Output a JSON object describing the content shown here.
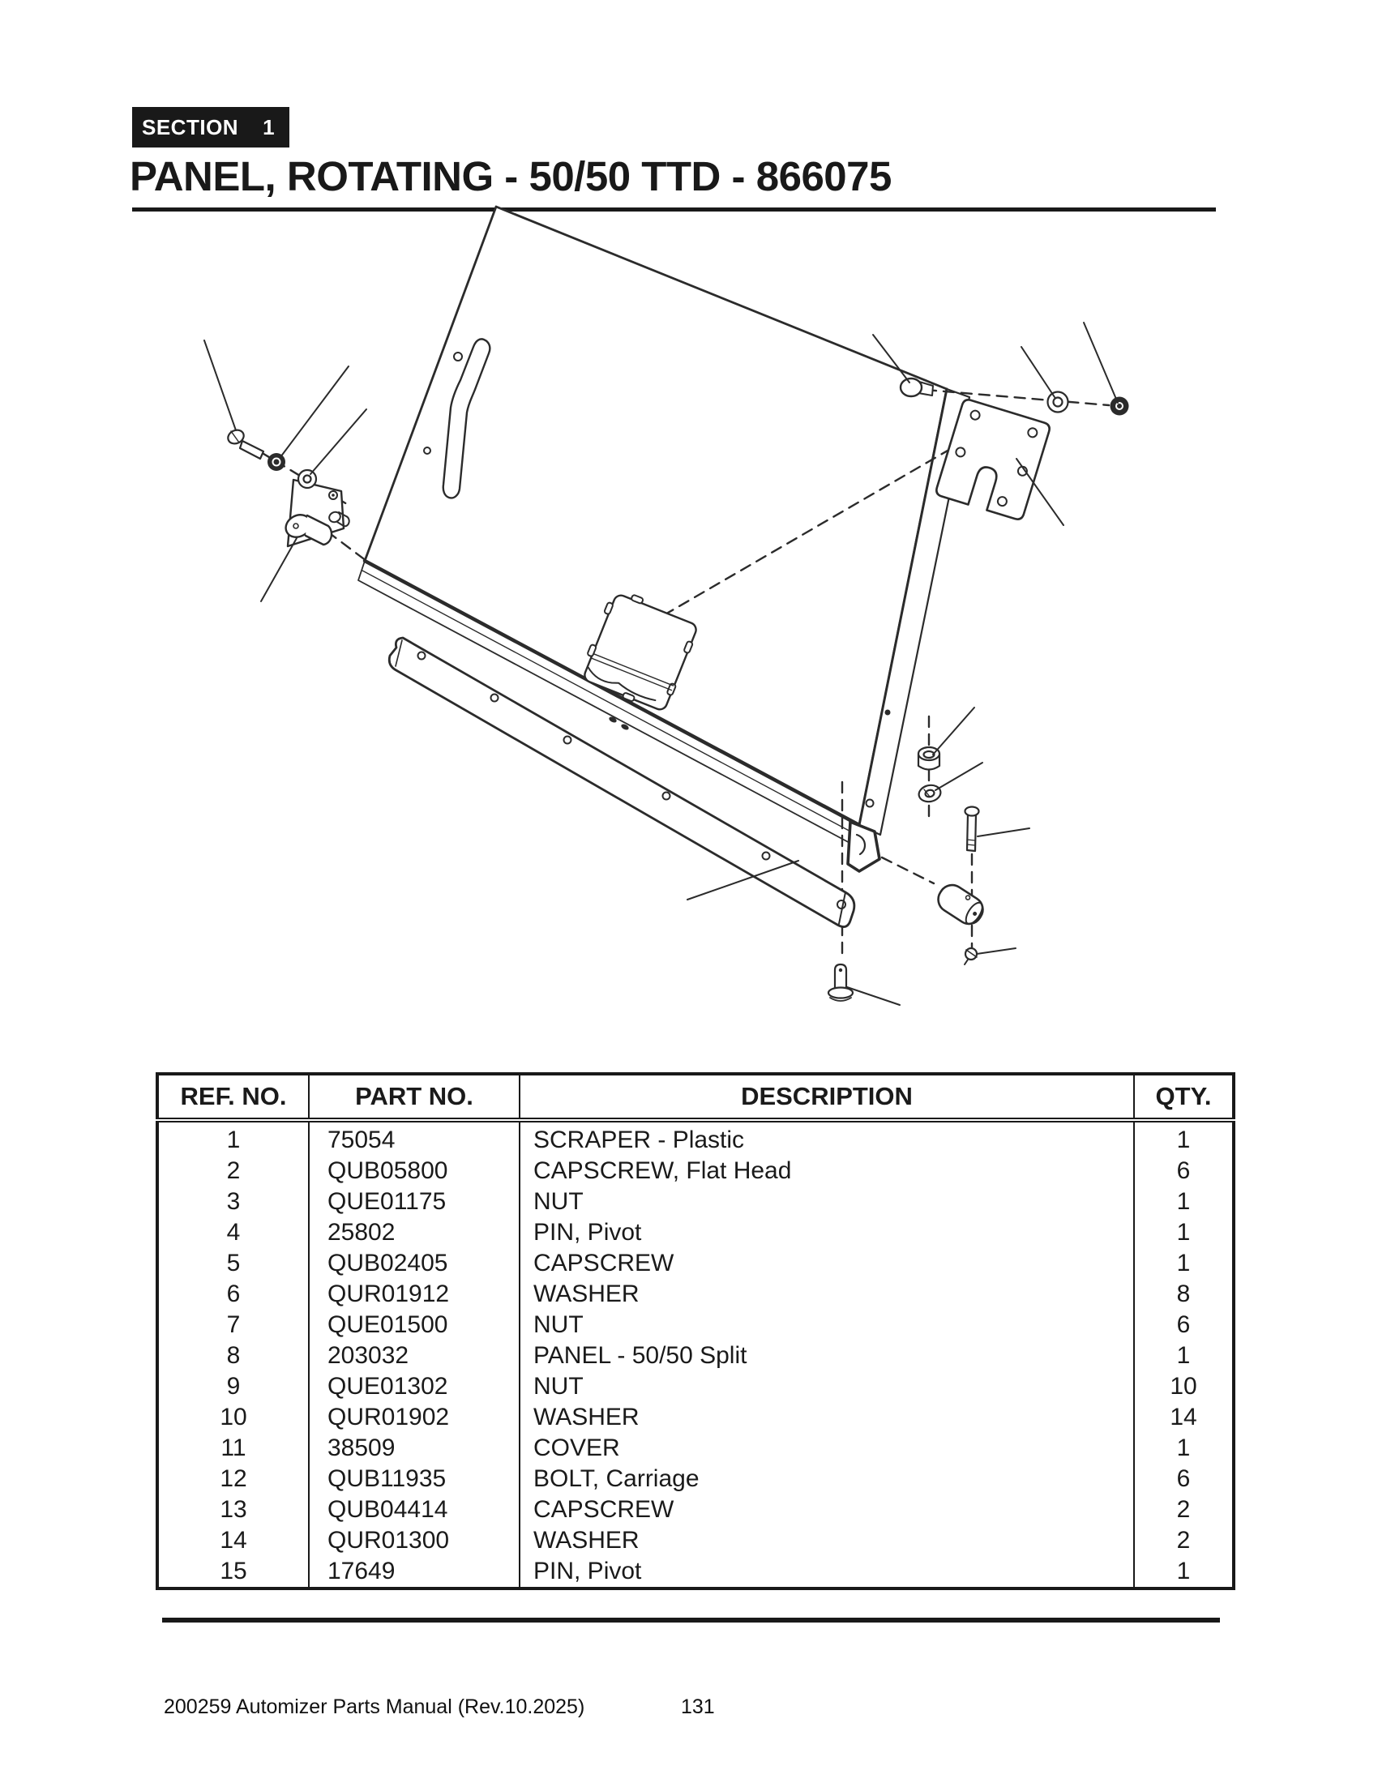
{
  "page": {
    "section_word": "SECTION",
    "section_number": "1",
    "title": "PANEL, ROTATING - 50/50 TTD - 866075"
  },
  "table": {
    "headers": [
      "REF. NO.",
      "PART NO.",
      "DESCRIPTION",
      "QTY."
    ],
    "rows": [
      {
        "ref": "1",
        "part": "75054",
        "desc": "SCRAPER - Plastic",
        "qty": "1"
      },
      {
        "ref": "2",
        "part": "QUB05800",
        "desc": "CAPSCREW, Flat Head",
        "qty": "6"
      },
      {
        "ref": "3",
        "part": "QUE01175",
        "desc": "NUT",
        "qty": "1"
      },
      {
        "ref": "4",
        "part": "25802",
        "desc": "PIN, Pivot",
        "qty": "1"
      },
      {
        "ref": "5",
        "part": "QUB02405",
        "desc": "CAPSCREW",
        "qty": "1"
      },
      {
        "ref": "6",
        "part": "QUR01912",
        "desc": "WASHER",
        "qty": "8"
      },
      {
        "ref": "7",
        "part": "QUE01500",
        "desc": "NUT",
        "qty": "6"
      },
      {
        "ref": "8",
        "part": "203032",
        "desc": "PANEL - 50/50 Split",
        "qty": "1"
      },
      {
        "ref": "9",
        "part": "QUE01302",
        "desc": "NUT",
        "qty": "10"
      },
      {
        "ref": "10",
        "part": "QUR01902",
        "desc": "WASHER",
        "qty": "14"
      },
      {
        "ref": "11",
        "part": "38509",
        "desc": "COVER",
        "qty": "1"
      },
      {
        "ref": "12",
        "part": "QUB11935",
        "desc": "BOLT, Carriage",
        "qty": "6"
      },
      {
        "ref": "13",
        "part": "QUB04414",
        "desc": "CAPSCREW",
        "qty": "2"
      },
      {
        "ref": "14",
        "part": "QUR01300",
        "desc": "WASHER",
        "qty": "2"
      },
      {
        "ref": "15",
        "part": "17649",
        "desc": "PIN, Pivot",
        "qty": "1"
      }
    ]
  },
  "footer": {
    "left": "200259 Automizer Parts Manual (Rev.10.2025)",
    "page_number": "131"
  },
  "colors": {
    "ink": "#191919",
    "paper": "#ffffff",
    "diagram_line": "#2b2b2b"
  }
}
